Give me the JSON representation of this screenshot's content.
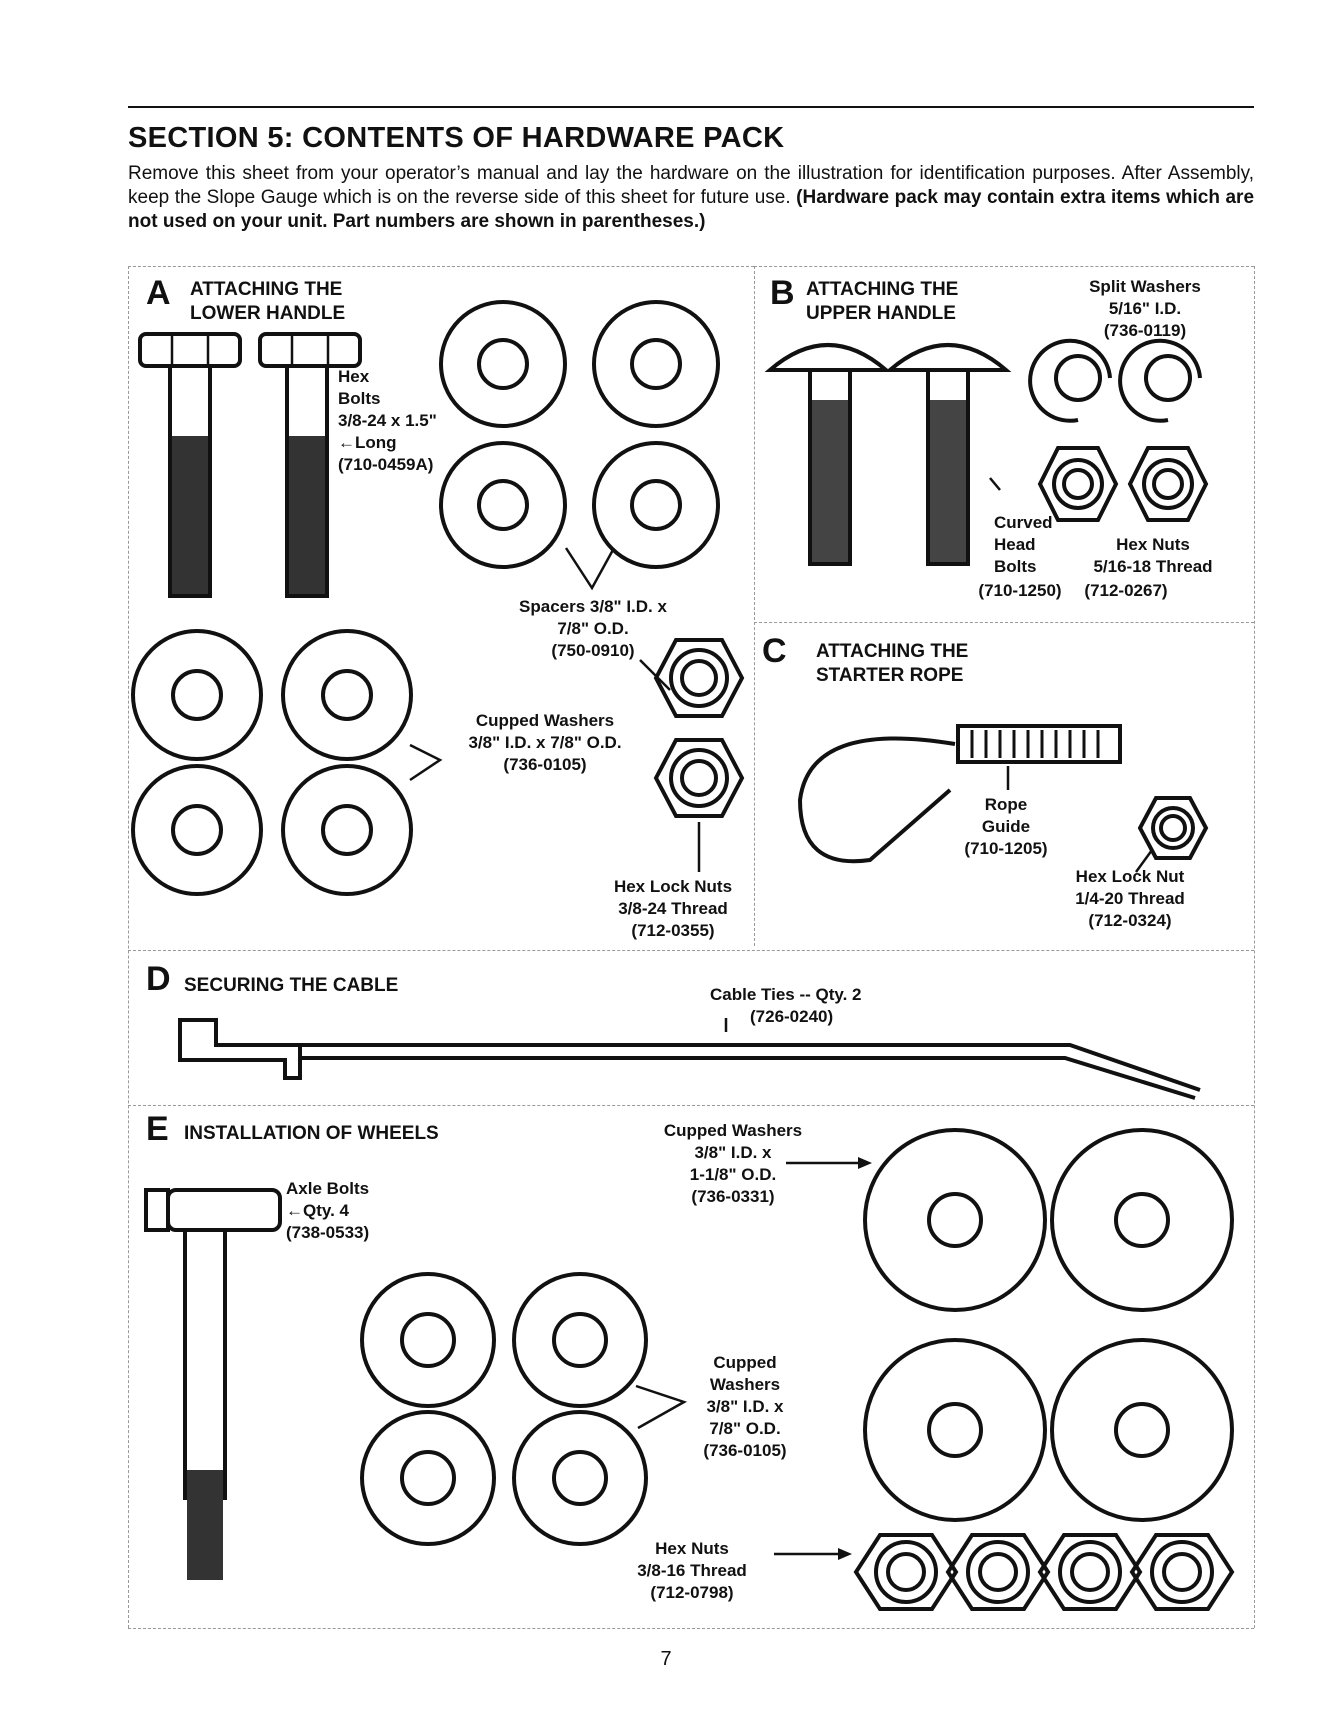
{
  "page": {
    "title": "SECTION 5: CONTENTS OF HARDWARE PACK",
    "intro_line1": "Remove this sheet from your operator’s manual and lay the hardware on the illustration for identification purposes. After Assembly, keep the Slope Gauge which is on the reverse side of this sheet for future use.",
    "intro_bold": "(Hardware pack may contain extra items which are not used on your unit. Part numbers are shown in parentheses.)",
    "page_number": "7"
  },
  "sections": {
    "a": {
      "letter": "A",
      "title": "ATTACHING THE\nLOWER HANDLE",
      "hex_bolts": "Hex\nBolts\n3/8-24 x 1.5\"\n←Long\n(710-0459A)",
      "spacers": "Spacers 3/8\" I.D. x\n7/8\" O.D.\n(750-0910)",
      "cupped_washers": "Cupped Washers\n3/8\" I.D. x 7/8\" O.D.\n(736-0105)",
      "hex_lock_nuts": "Hex Lock Nuts\n3/8-24 Thread\n(712-0355)"
    },
    "b": {
      "letter": "B",
      "title": "ATTACHING THE\nUPPER HANDLE",
      "split_washers": "Split Washers\n5/16\" I.D.\n(736-0119)",
      "curved_head_bolts": "Curved\nHead\nBolts",
      "curved_part": "(710-1250)",
      "hex_nuts": "Hex Nuts\n5/16-18 Thread",
      "hex_nuts_part": "(712-0267)"
    },
    "c": {
      "letter": "C",
      "title": "ATTACHING THE\nSTARTER ROPE",
      "rope_guide": "Rope\nGuide\n(710-1205)",
      "hex_lock_nut": "Hex Lock Nut\n1/4-20 Thread\n(712-0324)"
    },
    "d": {
      "letter": "D",
      "title": "SECURING THE CABLE",
      "cable_ties": "Cable Ties -- Qty. 2",
      "cable_part": "(726-0240)"
    },
    "e": {
      "letter": "E",
      "title": "INSTALLATION OF WHEELS",
      "axle_bolts": "Axle Bolts\n←Qty. 4\n(738-0533)",
      "cupped_large": "Cupped Washers\n3/8\" I.D. x\n1-1/8\" O.D.\n(736-0331)",
      "cupped_small": "Cupped\nWashers\n3/8\" I.D. x\n7/8\" O.D.\n(736-0105)",
      "hex_nuts": "Hex Nuts\n3/8-16 Thread\n(712-0798)"
    }
  }
}
